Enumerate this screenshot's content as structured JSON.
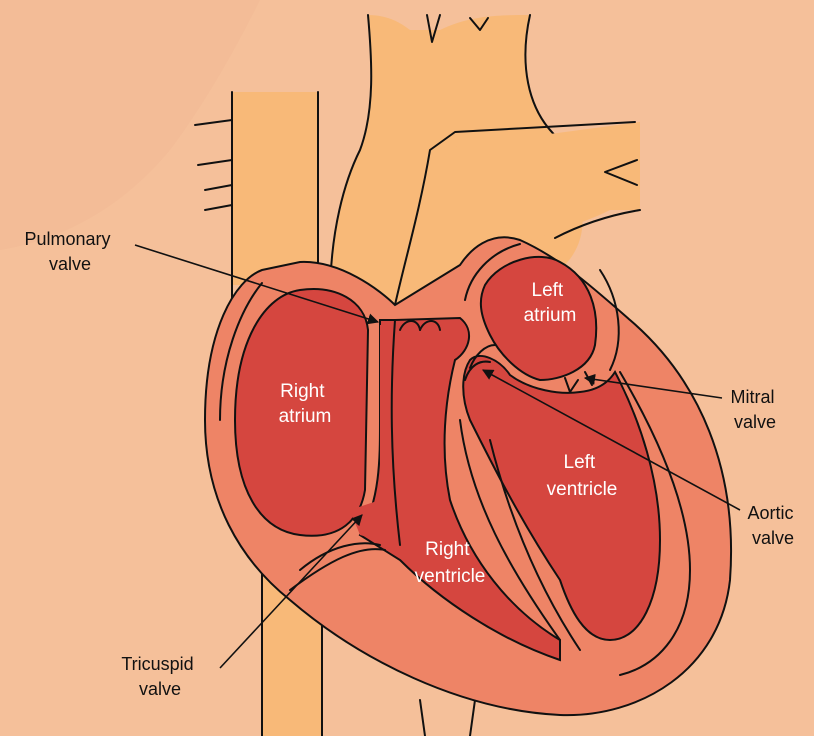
{
  "labels": {
    "pulmonary_valve": [
      "Pulmonary",
      "valve"
    ],
    "right_atrium": [
      "Right",
      "atrium"
    ],
    "left_atrium": [
      "Left",
      "atrium"
    ],
    "mitral_valve": [
      "Mitral",
      "valve"
    ],
    "left_ventricle": [
      "Left",
      "ventricle"
    ],
    "aortic_valve": [
      "Aortic",
      "valve"
    ],
    "right_ventricle": [
      "Right",
      "ventricle"
    ],
    "tricuspid_valve": [
      "Tricuspid",
      "valve"
    ]
  },
  "colors": {
    "background": "#f5c09a",
    "vessel": "#f8b978",
    "heart_wall": "#ee8466",
    "chamber": "#d5463f",
    "outline": "#111111"
  }
}
